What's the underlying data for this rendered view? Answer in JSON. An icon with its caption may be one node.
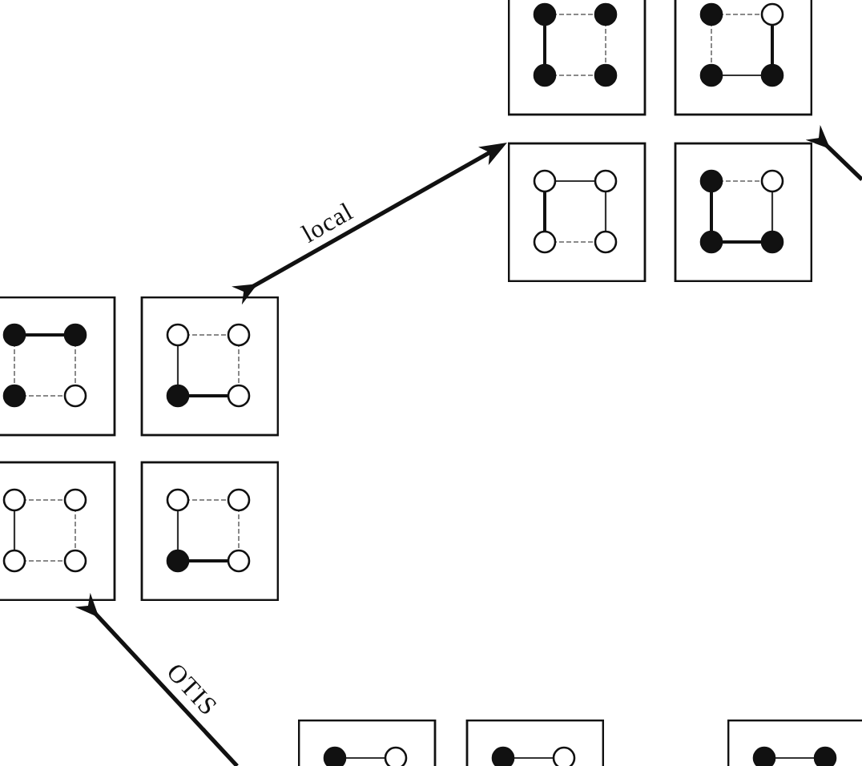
{
  "diagram": {
    "nodes": [
      {
        "text": [],
        "shape": "picture"
      },
      {
        "text": [],
        "shape": "picture"
      },
      {
        "text": [],
        "shape": "picture"
      },
      {
        "text": [],
        "shape": "picture"
      }
    ],
    "edges": [
      {
        "from": 1,
        "to": 0,
        "arrow": "to",
        "label": "local"
      },
      {
        "from": 1,
        "to": null,
        "arrow": "other",
        "label": "OTIS"
      },
      {
        "from": 0,
        "to": null,
        "arrow": "other"
      }
    ]
  }
}
